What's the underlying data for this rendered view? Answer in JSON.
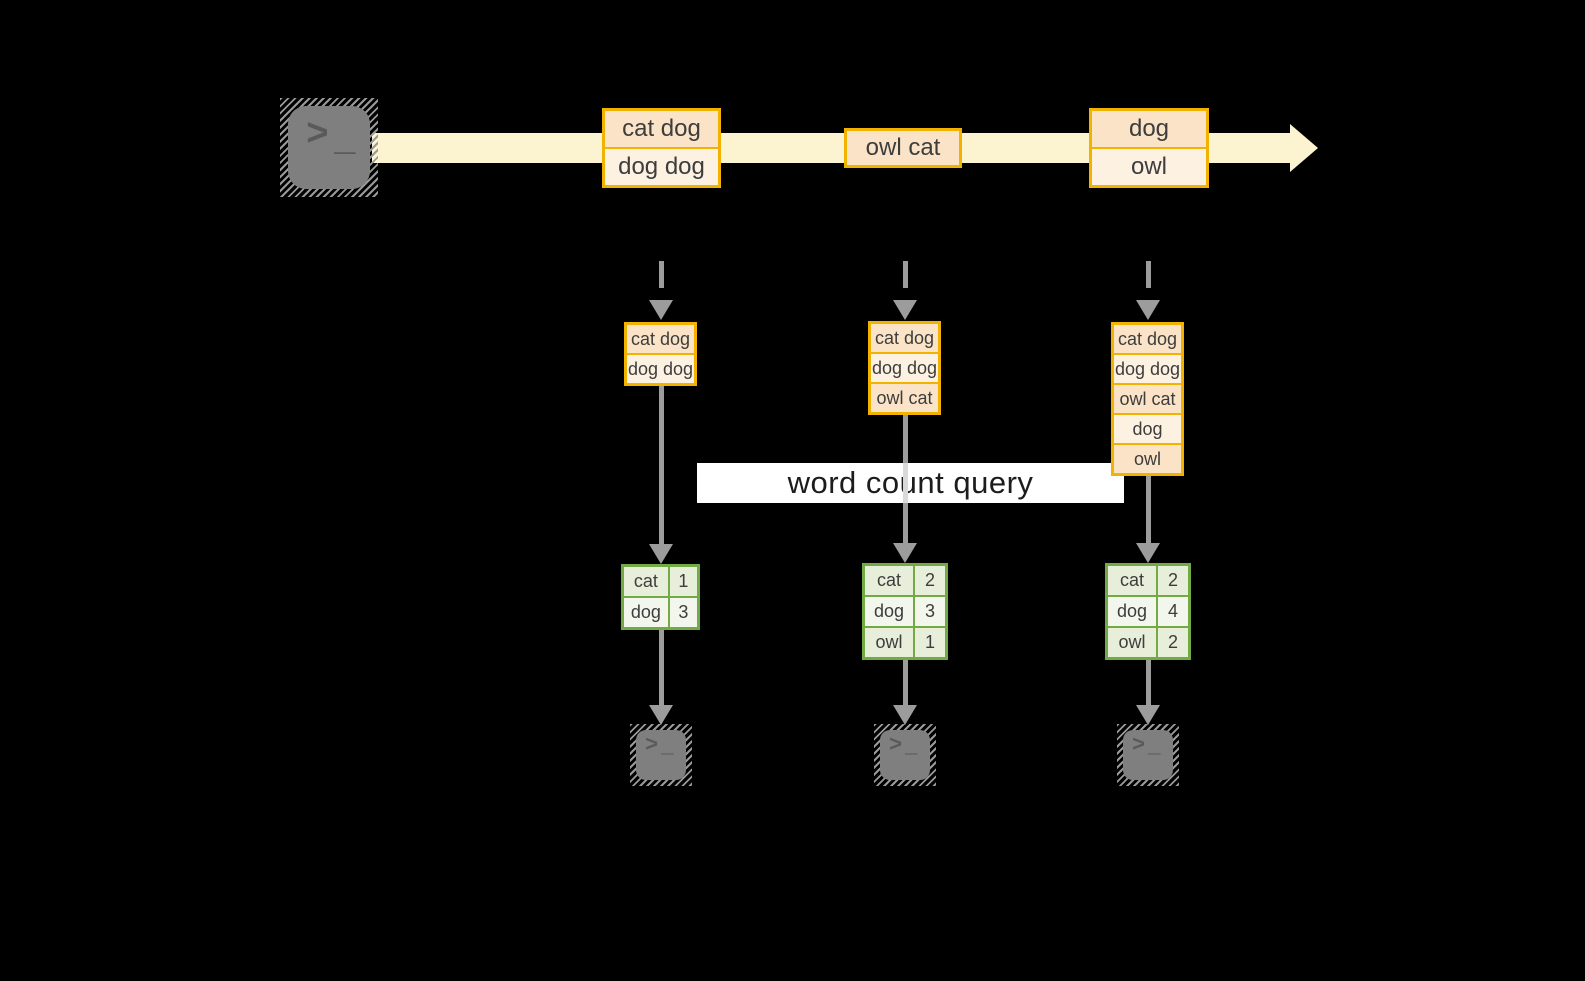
{
  "query_label": "word count query",
  "icons": {
    "terminal_prompt_chevron": ">",
    "terminal_prompt_underscore": "_"
  },
  "stream_batches": [
    {
      "lines": [
        "cat dog",
        "dog dog"
      ]
    },
    {
      "lines": [
        "owl cat"
      ]
    },
    {
      "lines": [
        "dog",
        "owl"
      ]
    }
  ],
  "columns": [
    {
      "accumulated": [
        "cat dog",
        "dog dog"
      ],
      "counts": [
        {
          "word": "cat",
          "count": "1"
        },
        {
          "word": "dog",
          "count": "3"
        }
      ]
    },
    {
      "accumulated": [
        "cat dog",
        "dog dog",
        "owl cat"
      ],
      "counts": [
        {
          "word": "cat",
          "count": "2"
        },
        {
          "word": "dog",
          "count": "3"
        },
        {
          "word": "owl",
          "count": "1"
        }
      ]
    },
    {
      "accumulated": [
        "cat dog",
        "dog dog",
        "owl cat",
        "dog",
        "owl"
      ],
      "counts": [
        {
          "word": "cat",
          "count": "2"
        },
        {
          "word": "dog",
          "count": "4"
        },
        {
          "word": "owl",
          "count": "2"
        }
      ]
    }
  ],
  "colors": {
    "amber": "#f2b200",
    "peach": "#fae3c6",
    "cream": "#fdf2e2",
    "band": "#fcf3d1",
    "green": "#72ab44",
    "gcell_odd": "#e7eed9",
    "gcell_even": "#f2f6ec",
    "gray": "#9c9c9c",
    "icon_gray": "#7f7f7f",
    "glyph_gray": "#5a5a5a",
    "text": "#3d3d3d",
    "query_text": "#1c1c1c"
  }
}
